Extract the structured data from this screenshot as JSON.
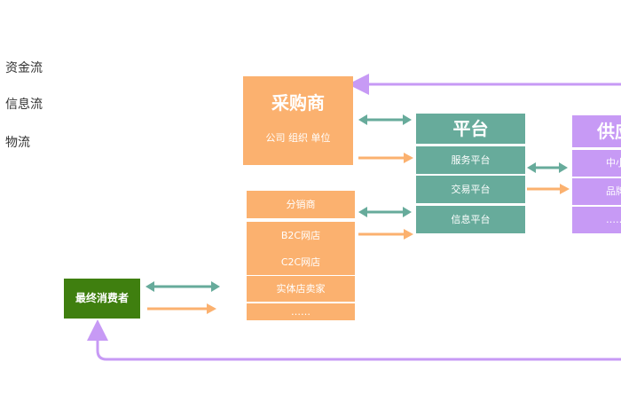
{
  "legend": [
    "资金流",
    "信息流",
    "物流"
  ],
  "buyer": {
    "title": "采购商",
    "subtitle": "公司  组织  单位"
  },
  "distributors": [
    "分销商",
    "B2C网店",
    "C2C网店",
    "实体店卖家",
    "……"
  ],
  "consumer": "最终消费者",
  "platform": {
    "title": "平台",
    "items": [
      "服务平台",
      "交易平台",
      "信息平台"
    ]
  },
  "supplier": {
    "title": "供应",
    "items": [
      "中小",
      "品牌",
      "……"
    ]
  },
  "colors": {
    "orange": "#fbb16f",
    "teal": "#67ab9b",
    "purple": "#c79af5",
    "green": "#3f7f0f"
  }
}
